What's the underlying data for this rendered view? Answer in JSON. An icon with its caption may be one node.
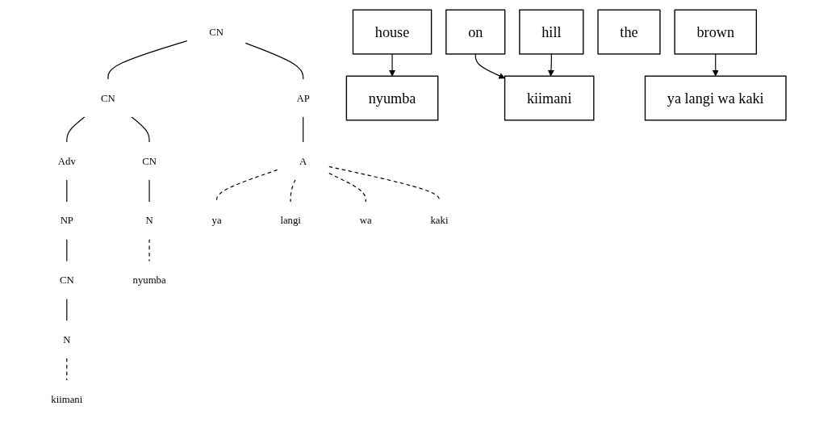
{
  "diagram": {
    "nodes": [
      {
        "text": [
          "CN"
        ]
      },
      {
        "text": [
          "CN"
        ]
      },
      {
        "text": [
          "AP"
        ]
      },
      {
        "text": [
          "CN"
        ]
      },
      {
        "text": [
          "Adv"
        ]
      },
      {
        "text": [
          "A"
        ]
      },
      {
        "text": [
          "N"
        ]
      },
      {
        "text": [
          "NP"
        ]
      },
      {
        "text": [
          "CN"
        ]
      },
      {
        "text": [
          "N"
        ]
      },
      {
        "text": [
          "nyumba"
        ]
      },
      {
        "text": [
          "kiimani"
        ]
      },
      {
        "text": [
          "ya"
        ]
      },
      {
        "text": [
          "langi"
        ]
      },
      {
        "text": [
          "wa"
        ]
      },
      {
        "text": [
          "kaki"
        ]
      },
      {
        "text": [
          "brown"
        ]
      },
      {
        "text": [
          "house"
        ]
      },
      {
        "text": [
          "on"
        ]
      },
      {
        "text": [
          "the"
        ]
      },
      {
        "text": [
          "hill"
        ]
      },
      {
        "text": [
          "nyumba"
        ]
      },
      {
        "text": [
          "kiimani"
        ]
      },
      {
        "text": [
          "ya langi wa kaki"
        ]
      }
    ],
    "edges": [
      {
        "from": 0,
        "to": 1,
        "arrow": "none"
      },
      {
        "from": 0,
        "to": 2,
        "arrow": "none"
      },
      {
        "from": 1,
        "to": 3,
        "arrow": "none"
      },
      {
        "from": 1,
        "to": 4,
        "arrow": "none"
      },
      {
        "from": 2,
        "to": 5,
        "arrow": "none"
      },
      {
        "from": 3,
        "to": 6,
        "arrow": "none"
      },
      {
        "from": 4,
        "to": 7,
        "arrow": "none"
      },
      {
        "from": 7,
        "to": 8,
        "arrow": "none"
      },
      {
        "from": 8,
        "to": 9,
        "arrow": "none"
      },
      {
        "from": 6,
        "to": 10,
        "arrow": "none",
        "style": "dashed"
      },
      {
        "from": 9,
        "to": 11,
        "arrow": "none",
        "style": "dashed"
      },
      {
        "from": 5,
        "to": 12,
        "arrow": "none",
        "style": "dashed"
      },
      {
        "from": 5,
        "to": 13,
        "arrow": "none",
        "style": "dashed"
      },
      {
        "from": 5,
        "to": 14,
        "arrow": "none",
        "style": "dashed"
      },
      {
        "from": 5,
        "to": 15,
        "arrow": "none",
        "style": "dashed"
      },
      {
        "from": 16,
        "to": 23,
        "arrow": "to"
      },
      {
        "from": 17,
        "to": 21,
        "arrow": "to"
      },
      {
        "from": 18,
        "to": 22,
        "arrow": "to"
      },
      {
        "from": 20,
        "to": 22,
        "arrow": "to"
      }
    ]
  }
}
